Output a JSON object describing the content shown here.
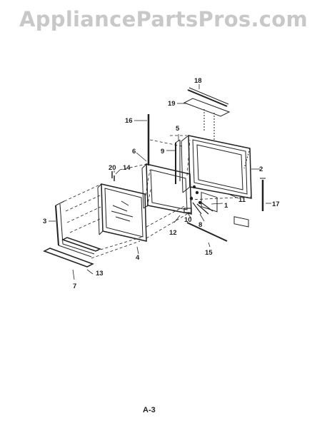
{
  "watermark": "AppliancePartsPros.com",
  "page_number": "A-3",
  "callouts": [
    "1",
    "2",
    "3",
    "4",
    "5",
    "6",
    "7",
    "8",
    "9",
    "10",
    "11",
    "12",
    "13",
    "14",
    "15",
    "16",
    "17",
    "18",
    "19",
    "20"
  ]
}
